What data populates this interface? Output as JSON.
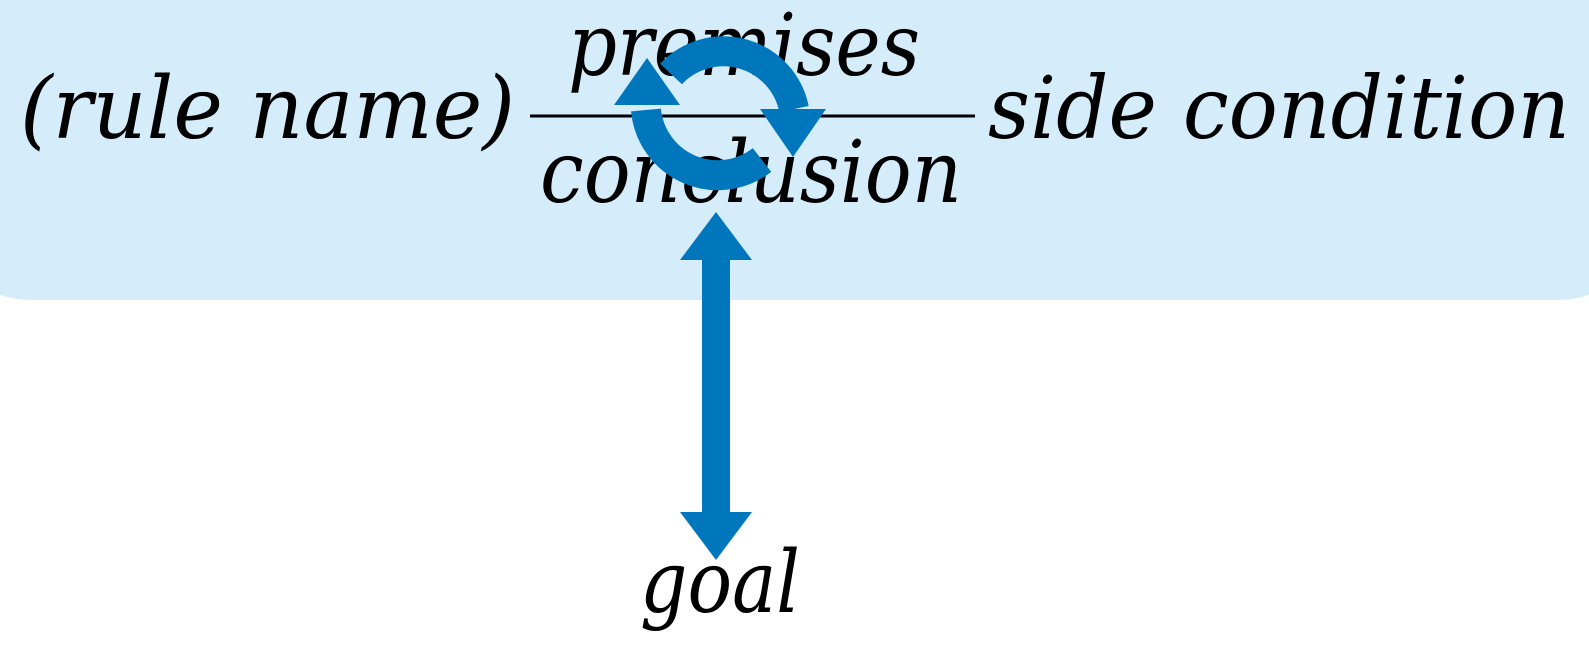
{
  "rule": {
    "name_text": "(rule name)",
    "premises_text": "premises",
    "conclusion_text": "conclusion",
    "side_condition_text": "side condition"
  },
  "goal_text": "goal",
  "colors": {
    "panel_background": "#d5edfb",
    "arrow_blue": "#0077bd",
    "text": "#000000"
  },
  "icons": {
    "cycle": "refresh-cycle-icon",
    "link": "double-headed-arrow-icon"
  }
}
